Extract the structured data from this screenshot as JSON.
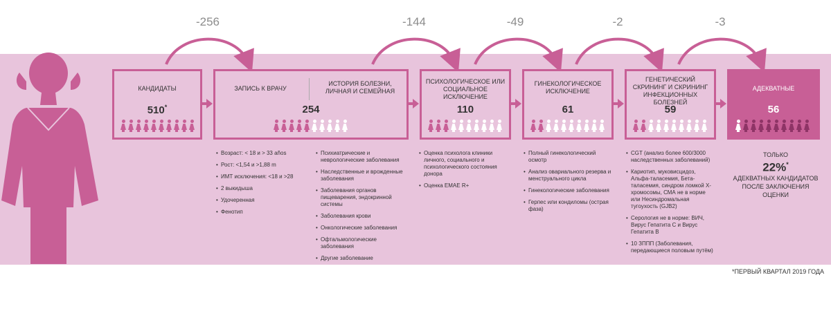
{
  "drops": [
    "-256",
    "-144",
    "-49",
    "-2",
    "-3"
  ],
  "stages": [
    {
      "title": "КАНДИДАТЫ",
      "value": "510",
      "sup": "*"
    },
    {
      "title_left": "ЗАПИСЬ К ВРАЧУ",
      "title_right": "ИСТОРИЯ БОЛЕЗНИ, ЛИЧНАЯ И СЕМЕЙНАЯ",
      "value": "254"
    },
    {
      "title": "ПСИХОЛОГИЧЕСКОЕ ИЛИ СОЦИАЛЬНОЕ ИСКЛЮЧЕНИЕ",
      "value": "110"
    },
    {
      "title": "ГИНЕКОЛОГИЧЕСКОЕ ИСКЛЮЧЕНИЕ",
      "value": "61"
    },
    {
      "title": "ГЕНЕТИЧЕСКИЙ СКРИНИНГ И СКРИНИНГ ИНФЕКЦИОННЫХ БОЛЕЗНЕЙ",
      "value": "59"
    },
    {
      "title": "АДЕКВАТНЫЕ",
      "value": "56"
    }
  ],
  "lists": {
    "candidates": [
      "Возраст: < 18 и > 33 años",
      "Рост: <1,54 и >1,88 m",
      "ИМТ исключения: <18 и >28",
      "2 выкидыша",
      "Удочеренная",
      "Фенотип"
    ],
    "history": [
      "Психиатрические и неврологические заболевания",
      "Наследственные и врожденные заболевания",
      "Заболевания органов пищеварения, эндокринной системы",
      "Заболевания крови",
      "Онкологические заболевания",
      "Офтальмологические заболевания",
      "Другие заболевание"
    ],
    "psych": [
      "Оценка психолога клиники личного, социального и психологического состояния донора",
      "Оценка EMAE R+"
    ],
    "gyn": [
      "Полный гинекологический осмотр",
      "Анализ овариального резерва и менструального цикла",
      "Гинекологические заболевания",
      "Герпес или кондиломы (острая фаза)"
    ],
    "genetic": [
      "CGT (анализ более 600/3000 наследственных заболеваний)",
      "Кариотип, муковисцидоз, Альфа-таласемия, Бета-таласемия, синдром ломкой X-хромосомы, СМА не в норме или Несиндромальная тугоухость (GJB2)",
      "Серология не в норме: ВИЧ, Вирус Гепатита С и Вирус Гепатита В",
      "10 ЗППП (Заболевания, передающиеся половым путём)"
    ]
  },
  "summary": {
    "only": "ТОЛЬКО",
    "percent": "22%",
    "percent_sup": "*",
    "text": "АДЕКВАТНЫХ КАНДИДАТОВ ПОСЛЕ ЗАКЛЮЧЕНИЯ ОЦЕНКИ"
  },
  "footnote": "*ПЕРВЫЙ КВАРТАЛ 2019 ГОДА",
  "colors": {
    "accent": "#c85f96",
    "band": "#e8c4dc",
    "dark": "#8e3466",
    "drop_text": "#8c8c8c"
  },
  "icons": [
    "woman-figure-icon",
    "person-icon",
    "arrow-right-icon",
    "curved-arrow-icon"
  ]
}
